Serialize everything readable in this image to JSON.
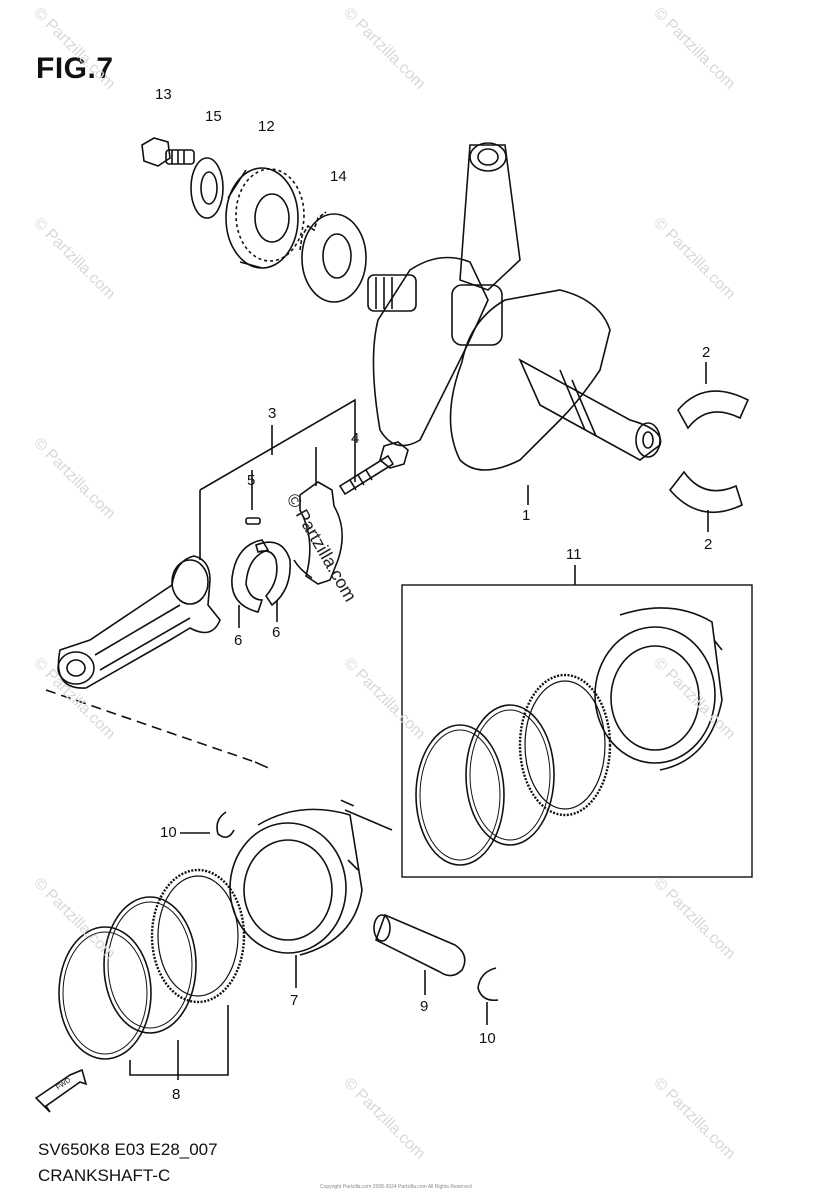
{
  "figure": {
    "title": "FIG.7",
    "model_code": "SV650K8 E03 E28_007",
    "section_name": "CRANKSHAFT-C",
    "copyright": "Copyright Partzilla.com 2008-2024 Partzilla.com All Rights Reserved",
    "watermark_center": "© Partzilla.com",
    "watermark_tile": "© Partzilla.com",
    "fwd_arrow_label": "FWD"
  },
  "callouts": [
    {
      "id": "c13",
      "label": "13"
    },
    {
      "id": "c15",
      "label": "15"
    },
    {
      "id": "c12",
      "label": "12"
    },
    {
      "id": "c14",
      "label": "14"
    },
    {
      "id": "c3",
      "label": "3"
    },
    {
      "id": "c4",
      "label": "4"
    },
    {
      "id": "c5",
      "label": "5"
    },
    {
      "id": "c6a",
      "label": "6"
    },
    {
      "id": "c6b",
      "label": "6"
    },
    {
      "id": "c1",
      "label": "1"
    },
    {
      "id": "c2a",
      "label": "2"
    },
    {
      "id": "c2b",
      "label": "2"
    },
    {
      "id": "c11",
      "label": "11"
    },
    {
      "id": "c10a",
      "label": "10"
    },
    {
      "id": "c10b",
      "label": "10"
    },
    {
      "id": "c7",
      "label": "7"
    },
    {
      "id": "c9",
      "label": "9"
    },
    {
      "id": "c8",
      "label": "8"
    }
  ]
}
